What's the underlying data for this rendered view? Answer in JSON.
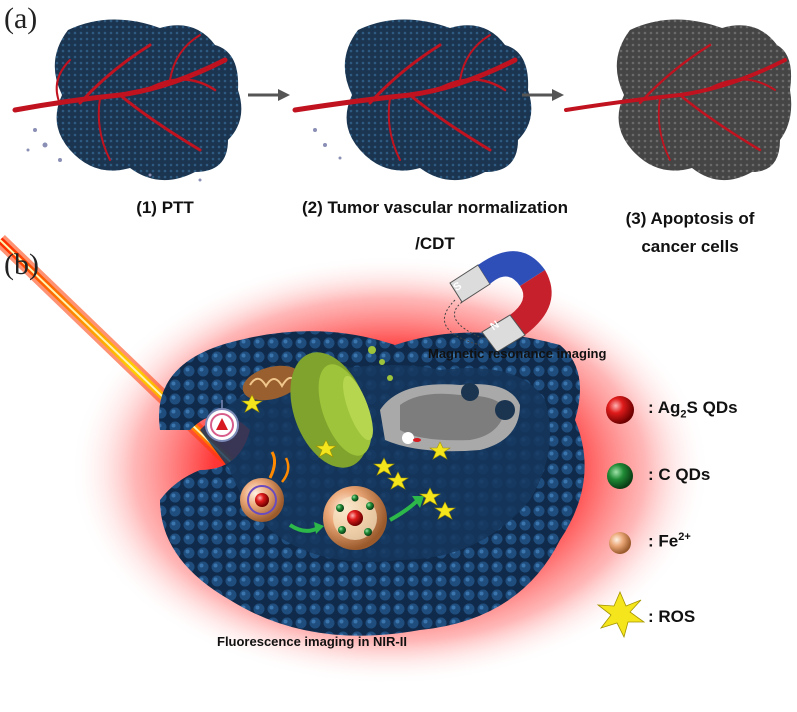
{
  "panel_a": {
    "label": "(a)",
    "steps": [
      {
        "label": "(1) PTT"
      },
      {
        "label": "(2) Tumor vascular normalization",
        "label2": "/CDT"
      },
      {
        "label": "(3) Apoptosis of",
        "label2": "cancer cells"
      }
    ]
  },
  "panel_b": {
    "label": "(b)",
    "mri_label": "Magnetic resonance imaging",
    "fluorescence_label": "Fluorescence imaging in NIR-II",
    "magnet": {
      "south": "S",
      "north": "N"
    }
  },
  "legend": [
    {
      "icon": "red-sphere-icon",
      "prefix": ": Ag",
      "sub": "2",
      "suffix": "S QDs",
      "color": "#d71920"
    },
    {
      "icon": "green-sphere-icon",
      "text": ": C QDs",
      "color": "#1f7a2e"
    },
    {
      "icon": "tan-sphere-icon",
      "prefix": ": Fe",
      "sup": "2+",
      "color": "#e7a87a"
    },
    {
      "icon": "ros-star-icon",
      "text": ": ROS",
      "color": "#f4e51d"
    }
  ],
  "colors": {
    "tumor": "#1b3550",
    "vessel": "#c1121f",
    "apoptotic": "#4a4a4a",
    "glow": "#ff1a1a",
    "laser": "#ffb000"
  }
}
